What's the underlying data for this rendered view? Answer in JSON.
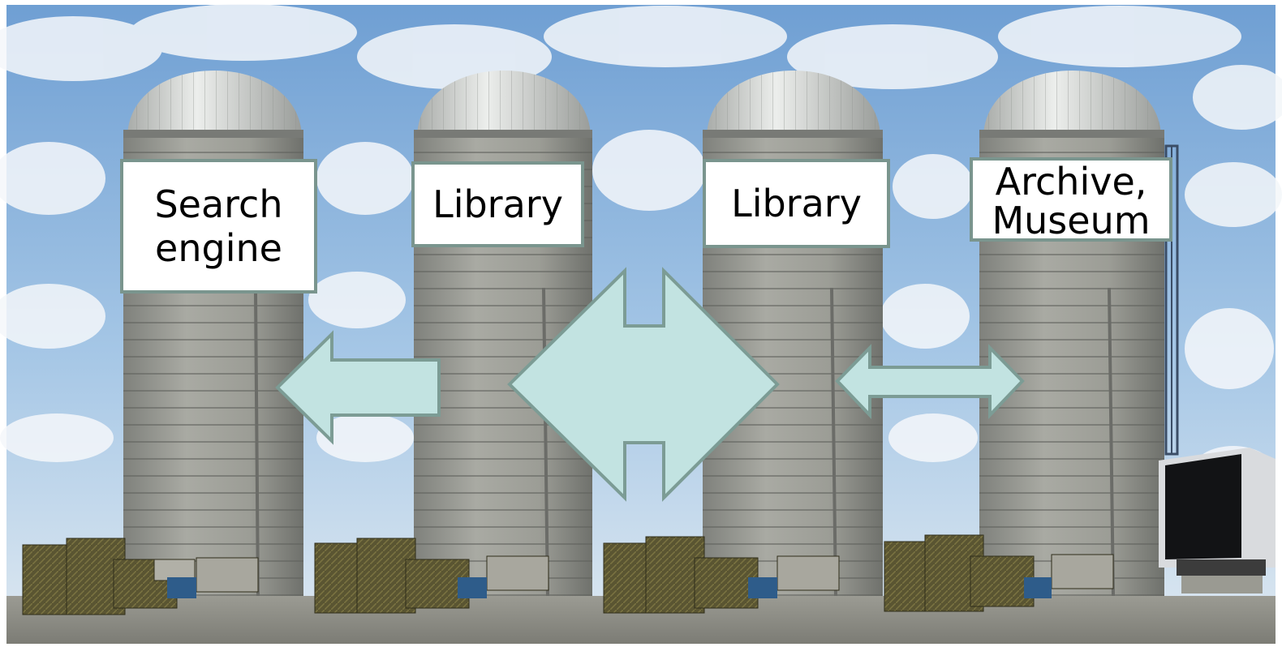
{
  "labels": {
    "search_engine": {
      "line1": "Search",
      "line2": "engine"
    },
    "library_1": "Library",
    "library_2": "Library",
    "archive_museum": {
      "line1": "Archive,",
      "line2": "Museum"
    }
  },
  "colors": {
    "sky": "#8fb8df",
    "silo": "#9a9a92",
    "dome": "#d8d9d6",
    "arrow_fill": "#c2e3e1",
    "arrow_stroke": "#7c9c95",
    "label_border": "#7a958e",
    "ground": "#8c8c84"
  }
}
